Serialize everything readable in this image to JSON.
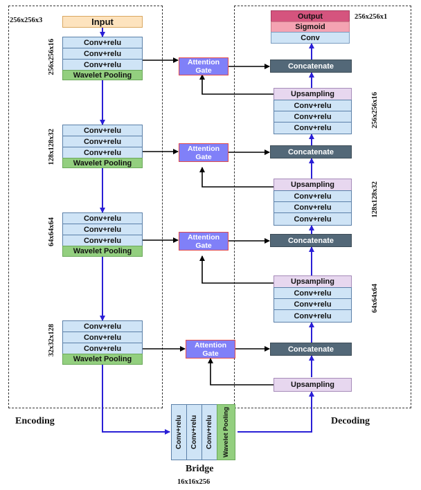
{
  "labels": {
    "input_dim": "256x256x3",
    "output_dim": "256x256x1",
    "encoding": "Encoding",
    "decoding": "Decoding",
    "bridge": "Bridge",
    "bridge_dim": "16x16x256",
    "enc_dims": [
      "256x256x16",
      "128x128x32",
      "64x64x64",
      "32x32x128"
    ],
    "dec_dims": [
      "256x256x16",
      "128x128x32",
      "64x64x64"
    ]
  },
  "blocks": {
    "input": "Input",
    "conv_relu": "Conv+relu",
    "wavelet_pooling": "Wavelet Pooling",
    "attention_line1": "Attention",
    "attention_line2": "Gate",
    "concatenate": "Concatenate",
    "upsampling": "Upsampling",
    "output": "Output",
    "sigmoid": "Sigmoid",
    "conv": "Conv"
  },
  "colors": {
    "flow_arrow": "#2a1fd6",
    "skip_arrow": "#000000",
    "conv_fill": "#cfe4f6",
    "pool_fill": "#93cf7f",
    "attention_fill": "#8080f8",
    "concat_fill": "#536878",
    "upsampling_fill": "#e7d7ef",
    "output_fill": "#d5547e",
    "sigmoid_fill": "#f4a3b2"
  }
}
